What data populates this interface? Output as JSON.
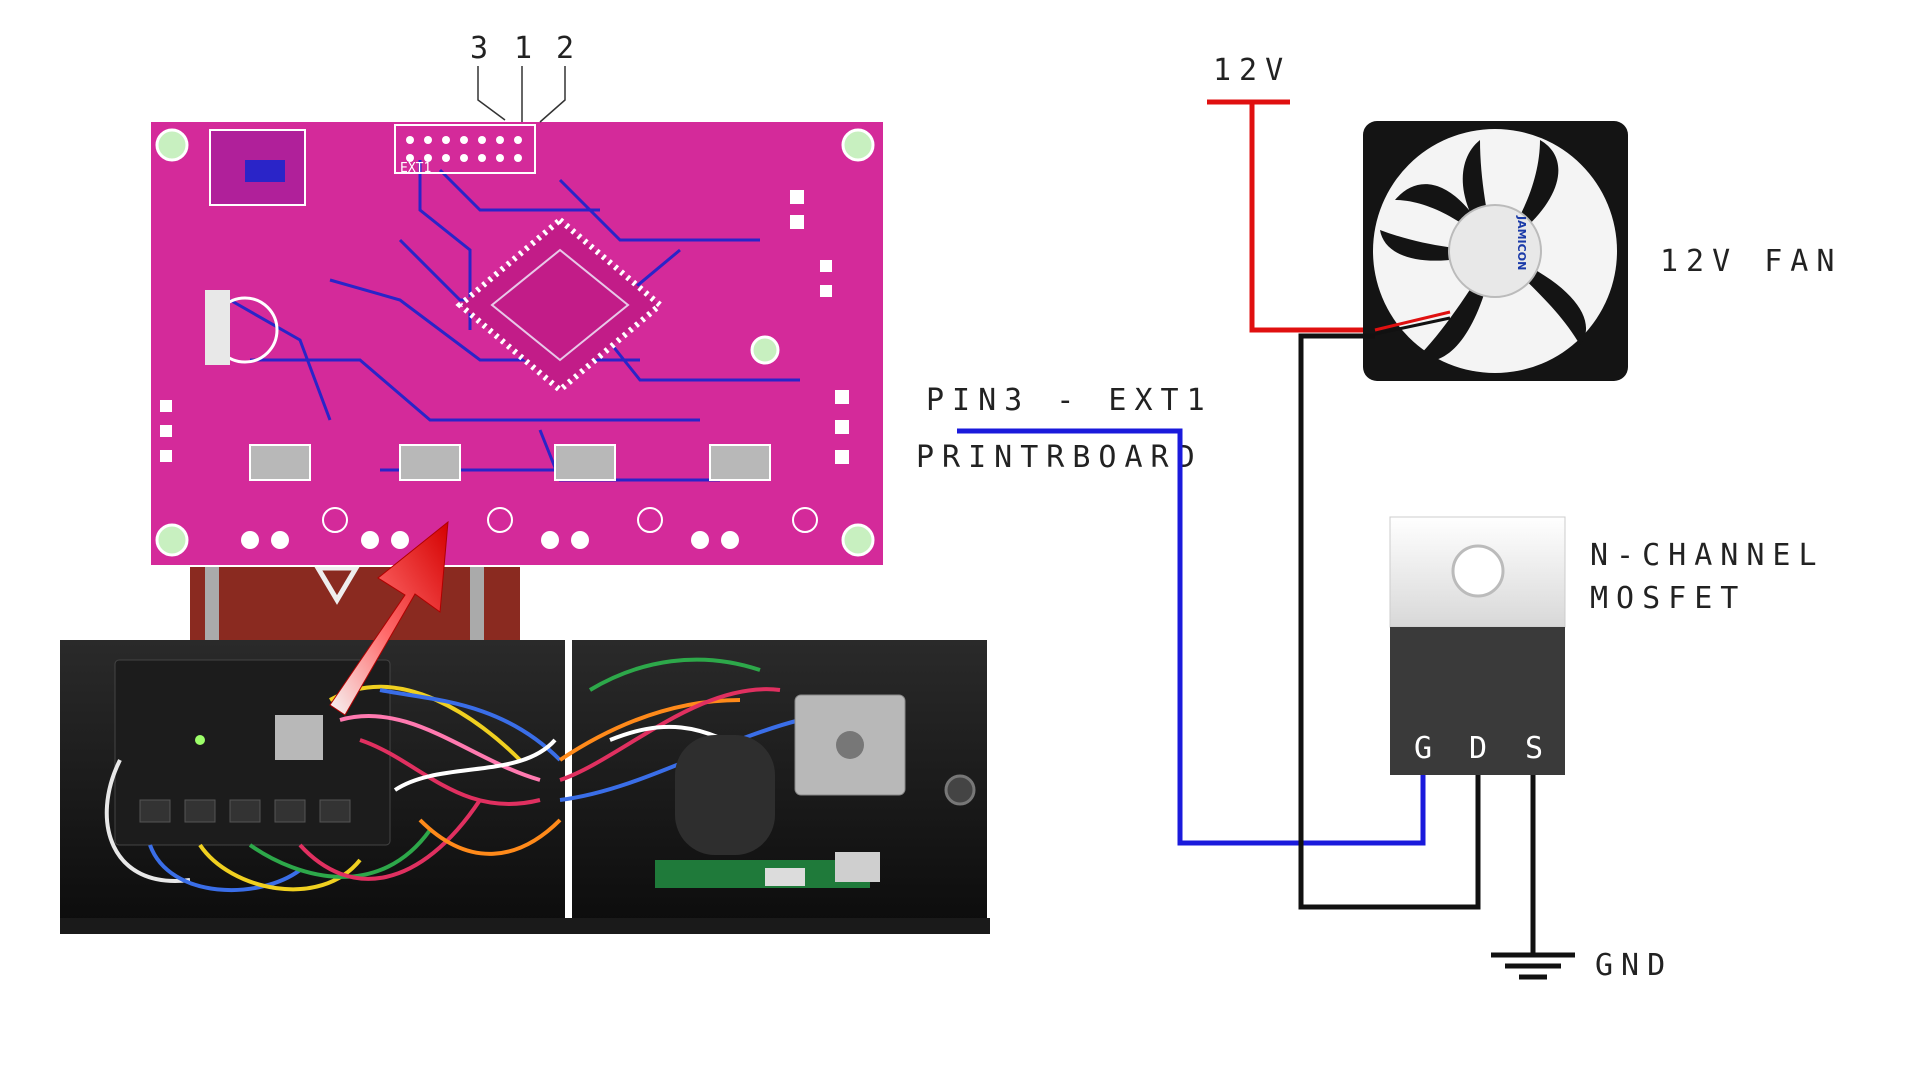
{
  "labels": {
    "pin_numbers": [
      "3",
      "1",
      "2"
    ],
    "ext_header": "EXT1",
    "supply": "12V",
    "fan": "12V FAN",
    "signal_line1": "PIN3 - EXT1",
    "signal_line2": "PRINTRBOARD",
    "mosfet_line1": "N-CHANNEL",
    "mosfet_line2": "MOSFET",
    "pin_g": "G",
    "pin_d": "D",
    "pin_s": "S",
    "ground": "GND",
    "fan_sticker": "JAMICON"
  },
  "colors": {
    "supply_wire": "#e01010",
    "signal_wire": "#1a1adc",
    "return_wire": "#111111",
    "pcb": "#d42a9a",
    "arrow": "#e01818",
    "mosfet_tab": "#f0f0f0",
    "mosfet_body": "#3a3a3a"
  }
}
